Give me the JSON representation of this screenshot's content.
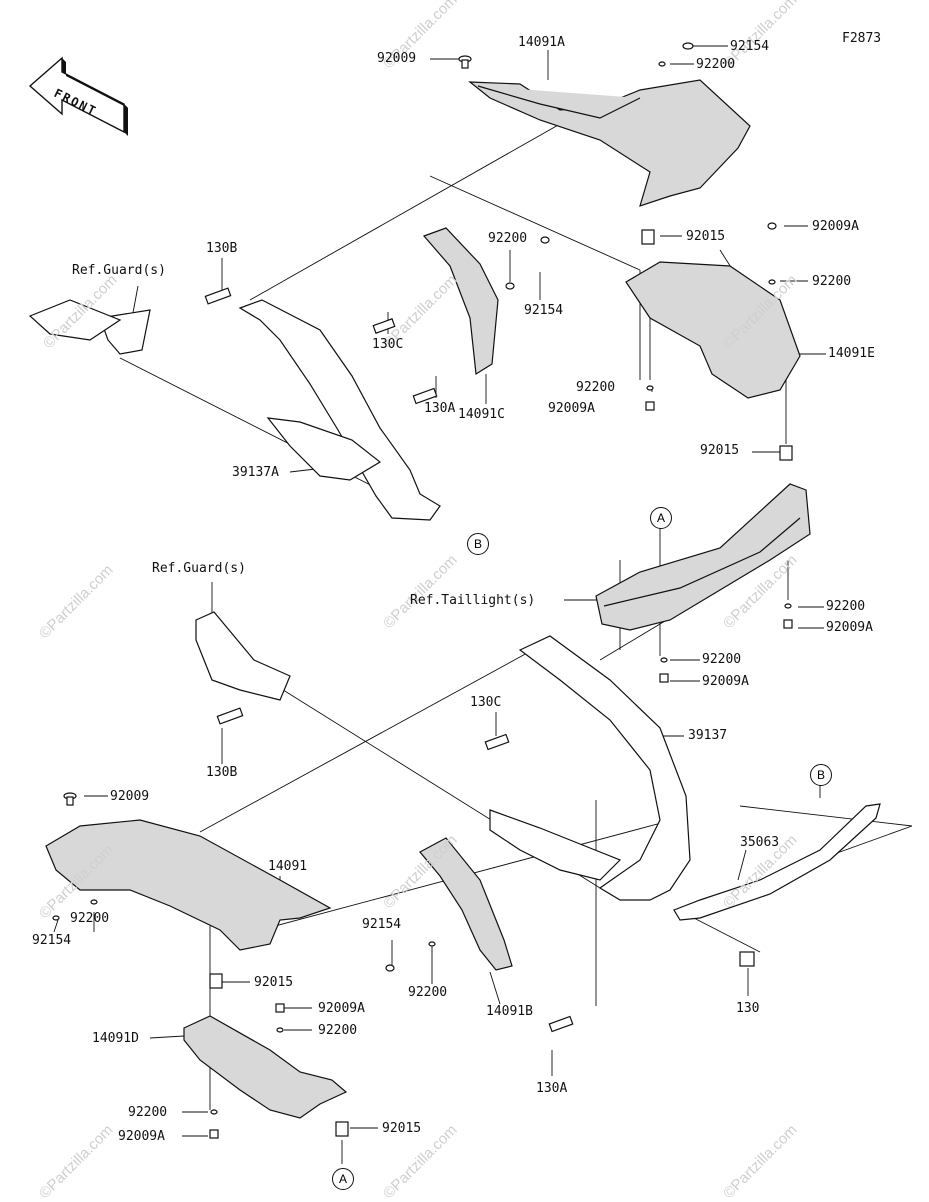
{
  "figure_code": "F2873",
  "front_arrow_label": "FRONT",
  "watermark": "©Partzilla.com",
  "labels": {
    "p92009_top": "92009",
    "p14091A": "14091A",
    "p92154_top": "92154",
    "p92200_top": "92200",
    "ref_guard_top": "Ref.Guard(s)",
    "p130B_top": "130B",
    "p130C_top": "130C",
    "p130A_top": "130A",
    "p39137A": "39137A",
    "p92200_mid": "92200",
    "p92154_mid": "92154",
    "p14091C": "14091C",
    "p92015_a": "92015",
    "p92009A_a": "92009A",
    "p92200_b": "92200",
    "p14091E": "14091E",
    "p92200_c": "92200",
    "p92009A_c": "92009A",
    "p92015_b": "92015",
    "ref_taillight": "Ref.Taillight(s)",
    "p92200_d": "92200",
    "p92009A_d": "92009A",
    "p92200_e": "92200",
    "p92009A_e": "92009A",
    "ref_guard_bottom": "Ref.Guard(s)",
    "p130C_bottom": "130C",
    "p39137": "39137",
    "p130B_bottom": "130B",
    "p92009_bottom": "92009",
    "p14091": "14091",
    "p35063": "35063",
    "p92154_bl": "92154",
    "p92200_bl": "92200",
    "p92015_c": "92015",
    "p92154_bm": "92154",
    "p92200_bm": "92200",
    "p14091B": "14091B",
    "p130": "130",
    "p92009A_f": "92009A",
    "p92200_f": "92200",
    "p14091D": "14091D",
    "p130A_bottom": "130A",
    "p92200_g": "92200",
    "p92009A_g": "92009A",
    "p92015_d": "92015"
  },
  "callouts": {
    "a_top": "A",
    "b_top": "B",
    "b_right": "B",
    "a_bottom": "A"
  }
}
